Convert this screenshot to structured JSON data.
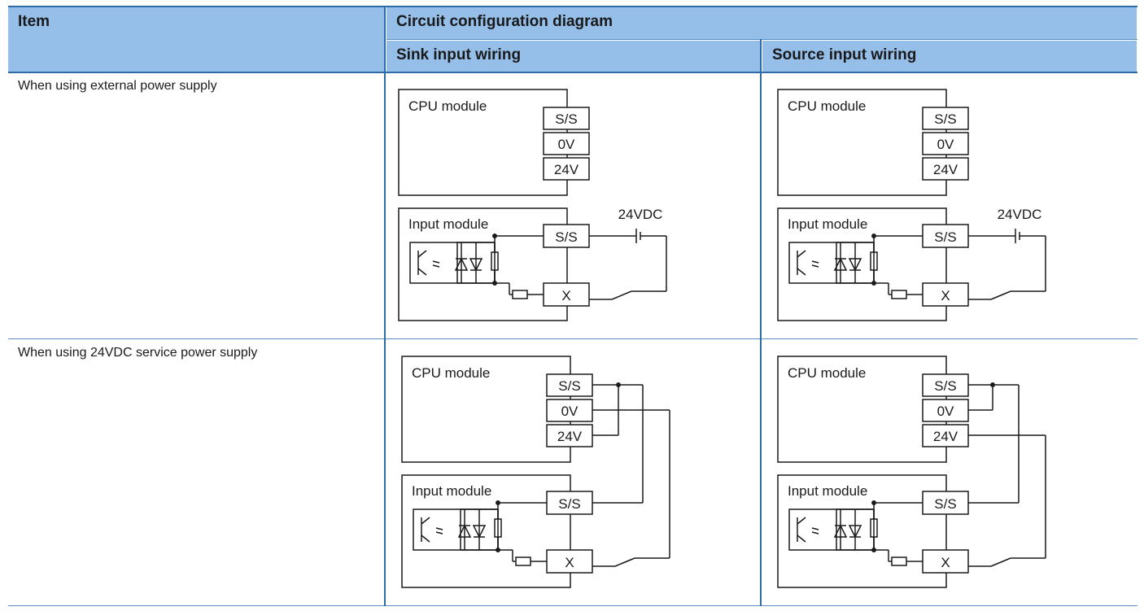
{
  "table": {
    "header_item": "Item",
    "header_diagram": "Circuit configuration diagram",
    "header_sink": "Sink input wiring",
    "header_source": "Source input wiring",
    "rows": [
      {
        "item": "When using external power supply"
      },
      {
        "item": "When using 24VDC service power supply"
      }
    ]
  },
  "diagram_labels": {
    "cpu_module": "CPU module",
    "input_module": "Input module",
    "ss": "S/S",
    "zero_v": "0V",
    "twentyfour_v": "24V",
    "x": "X",
    "power_24vdc": "24VDC"
  },
  "colors": {
    "header_bg": "#95bfe8",
    "border": "#2f6aa8",
    "line": "#1a1a1a"
  }
}
